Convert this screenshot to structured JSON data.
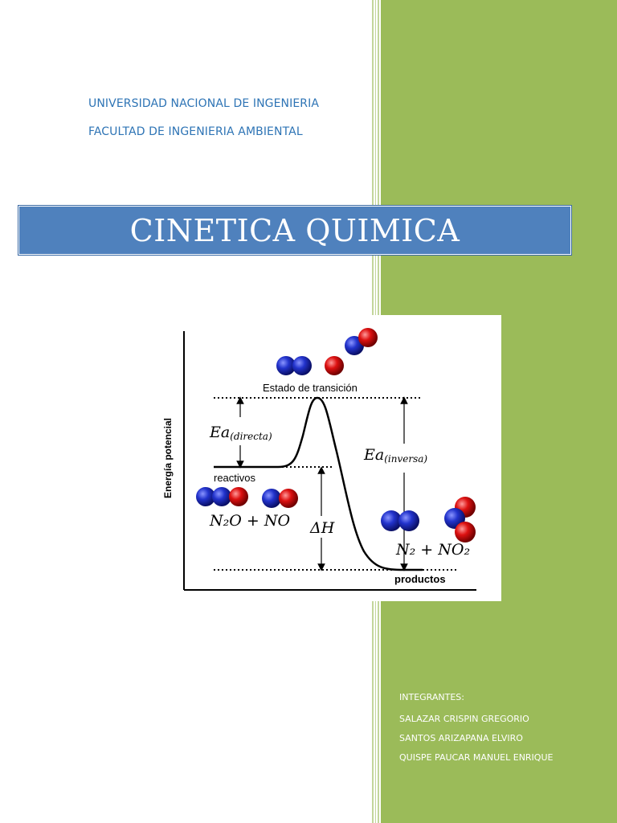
{
  "header": {
    "university": "UNIVERSIDAD NACIONAL DE INGENIERIA",
    "faculty": "FACULTAD DE INGENIERIA AMBIENTAL"
  },
  "title": "CINETICA QUIMICA",
  "diagram": {
    "y_axis_label": "Energía potencial",
    "transition_label": "Estado de transición",
    "ea_direct": "Ea",
    "ea_direct_sub": "(directa)",
    "ea_inverse": "Ea",
    "ea_inverse_sub": "(inversa)",
    "reactants_label": "reactivos",
    "reactants_formula": "N₂O + NO",
    "delta_h": "ΔH",
    "products_formula": "N₂ + NO₂",
    "products_label": "productos"
  },
  "members": {
    "heading": "INTEGRANTES:",
    "names": [
      "SALAZAR CRISPIN GREGORIO",
      "SANTOS ARIZAPANA ELVIRO",
      "QUISPE PAUCAR MANUEL ENRIQUE"
    ]
  },
  "colors": {
    "accent_green": "#9bbb59",
    "banner_blue": "#4f81bd",
    "heading_blue": "#2e74b5",
    "atom_blue": "#2233cc",
    "atom_red": "#dd1111"
  }
}
